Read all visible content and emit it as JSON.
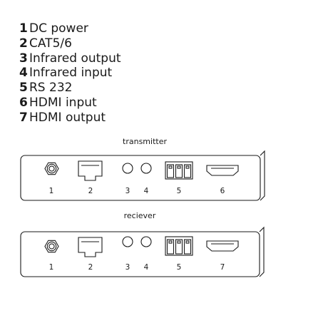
{
  "legend": [
    {
      "num": "1",
      "label": "DC power"
    },
    {
      "num": "2",
      "label": "CAT5/6"
    },
    {
      "num": "3",
      "label": "Infrared output"
    },
    {
      "num": "4",
      "label": "Infrared input"
    },
    {
      "num": "5",
      "label": "RS 232"
    },
    {
      "num": "6",
      "label": "HDMI input"
    },
    {
      "num": "7",
      "label": "HDMI output"
    }
  ],
  "transmitter": {
    "title": "transmitter",
    "port_labels": [
      "1",
      "2",
      "3",
      "4",
      "5",
      "6"
    ]
  },
  "receiver": {
    "title": "reciever",
    "port_labels": [
      "1",
      "2",
      "3",
      "4",
      "5",
      "7"
    ]
  },
  "colors": {
    "line": "#1a1a1a",
    "background": "#ffffff"
  }
}
